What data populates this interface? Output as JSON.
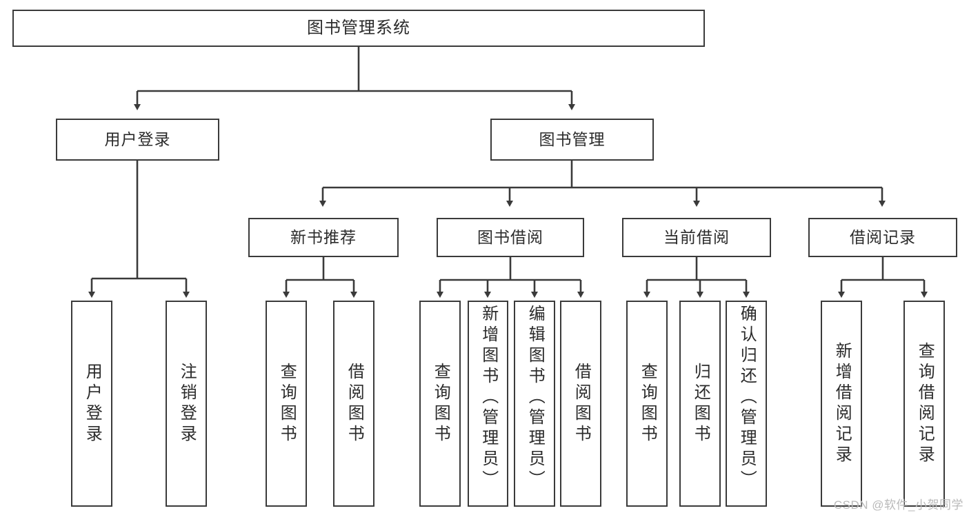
{
  "diagram": {
    "type": "tree-hierarchy-chart",
    "title": "图书管理系统",
    "line_color": "#3a3a3a",
    "box_fill": "#ffffff",
    "text_color": "#2b2b2b",
    "nodes": {
      "root": {
        "label": "图书管理系统"
      },
      "level2": [
        {
          "label": "用户登录"
        },
        {
          "label": "图书管理"
        }
      ],
      "level3": [
        {
          "label": "新书推荐"
        },
        {
          "label": "图书借阅"
        },
        {
          "label": "当前借阅"
        },
        {
          "label": "借阅记录"
        }
      ],
      "leaves_user_login": [
        {
          "label": "用户登录"
        },
        {
          "label": "注销登录"
        }
      ],
      "leaves_new_book": [
        {
          "label": "查询图书"
        },
        {
          "label": "借阅图书"
        }
      ],
      "leaves_borrow": [
        {
          "label": "查询图书"
        },
        {
          "label": "新增图书（管理员）"
        },
        {
          "label": "编辑图书（管理员）"
        },
        {
          "label": "借阅图书"
        }
      ],
      "leaves_current": [
        {
          "label": "查询图书"
        },
        {
          "label": "归还图书"
        },
        {
          "label": "确认归还（管理员）"
        }
      ],
      "leaves_records": [
        {
          "label": "新增借阅记录"
        },
        {
          "label": "查询借阅记录"
        }
      ]
    }
  },
  "watermark": {
    "text": "CSDN @软件_小贺同学"
  }
}
